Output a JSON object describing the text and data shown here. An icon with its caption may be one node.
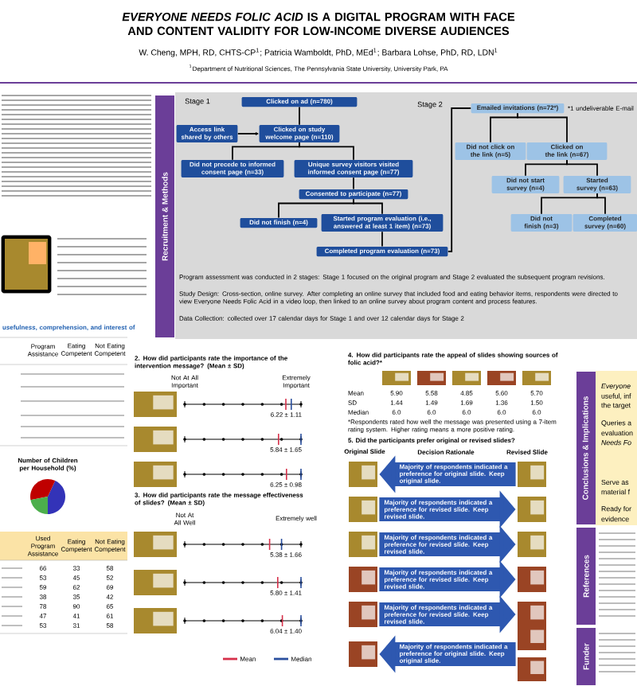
{
  "diagram": {
    "title": "*EVERYONE NEEDS FOLIC ACID* IS A DIGITAL PROGRAM WITH FACE AND CONTENT VALIDITY FOR LOW-INCOME DIVERSE AUDIENCES",
    "nodes": [
      {
        "text": [
          "Recruitment & Methods"
        ]
      },
      {
        "text": [
          "Clicked on ad (n=780)"
        ]
      },
      {
        "text": [
          "Access link shared by others"
        ]
      },
      {
        "text": [
          "Clicked on study welcome page (n=110)"
        ]
      },
      {
        "text": [
          "Did not precede to informed consent page (n=33)"
        ]
      },
      {
        "text": [
          "Unique survey visitors visited informed consent page (n=77)"
        ]
      },
      {
        "text": [
          "Consented to participate (n=77)"
        ]
      },
      {
        "text": [
          "Did not finish (n=4)"
        ]
      },
      {
        "text": [
          "Started program evaluation (i.e., answered at least 1 item) (n=73)"
        ]
      },
      {
        "text": [
          "Completed program evaluation (n=73)"
        ]
      },
      {
        "text": [
          "Emailed invitations (n=72*)"
        ]
      },
      {
        "text": [
          "Did not click on the link (n=5)"
        ]
      },
      {
        "text": [
          "Clicked on the link (n=67)"
        ]
      },
      {
        "text": [
          "Did not start survey (n=4)"
        ]
      },
      {
        "text": [
          "Started survey (n=63)"
        ]
      },
      {
        "text": [
          "Did not finish (n=3)"
        ]
      },
      {
        "text": [
          "Completed survey (n=60)"
        ]
      },
      {
        "text": [],
        "shape": "picture"
      },
      {
        "text": [],
        "shape": "picture"
      },
      {
        "text": [],
        "shape": "picture"
      },
      {
        "text": [],
        "shape": "picture"
      },
      {
        "text": [],
        "shape": "picture"
      },
      {
        "text": [],
        "shape": "picture"
      },
      {
        "text": [],
        "shape": "picture"
      },
      {
        "text": [],
        "shape": "picture"
      },
      {
        "text": [],
        "shape": "picture"
      },
      {
        "text": [],
        "shape": "picture"
      },
      {
        "text": [],
        "shape": "picture"
      },
      {
        "text": [],
        "shape": "picture"
      },
      {
        "text": [],
        "shape": "picture"
      },
      {
        "text": [
          "Conclusions & Implications"
        ]
      },
      {
        "text": [
          "References"
        ]
      },
      {
        "text": [
          "Funder"
        ]
      }
    ],
    "edges": [
      {
        "from": 1,
        "to": 3,
        "arrow": "none"
      },
      {
        "from": 2,
        "to": 3,
        "arrow": "to"
      },
      {
        "from": 3,
        "to": 4,
        "arrow": "none"
      },
      {
        "from": 3,
        "to": 5,
        "arrow": "none"
      },
      {
        "from": 5,
        "to": 6,
        "arrow": "none"
      },
      {
        "from": 6,
        "to": 7,
        "arrow": "none"
      },
      {
        "from": 6,
        "to": 8,
        "arrow": "none"
      },
      {
        "from": 8,
        "to": 9,
        "arrow": "none"
      },
      {
        "from": 9,
        "to": 10,
        "arrow": "none"
      },
      {
        "from": 10,
        "to": 11,
        "arrow": "none"
      },
      {
        "from": 10,
        "to": 12,
        "arrow": "none"
      },
      {
        "from": 12,
        "to": 13,
        "arrow": "none"
      },
      {
        "from": 12,
        "to": 14,
        "arrow": "none"
      },
      {
        "from": 14,
        "to": 15,
        "arrow": "none"
      },
      {
        "from": 14,
        "to": 16,
        "arrow": "none"
      },
      {
        "from": 18,
        "to": 17,
        "arrow": "to",
        "label": "Majority of respondents indicated a preference for original slide. Keep original slide.",
        "style": "thick",
        "color": "#2e58b0"
      },
      {
        "from": 19,
        "to": 20,
        "arrow": "to",
        "label": "Majority of respondents indicated a preference for revised slide. Keep revised slide.",
        "style": "thick",
        "color": "#2e58b0"
      },
      {
        "from": 21,
        "to": 22,
        "arrow": "to",
        "label": "Majority of respondents indicated a preference for revised slide. Keep revised slide.",
        "style": "thick",
        "color": "#2e58b0"
      },
      {
        "from": 23,
        "to": 24,
        "arrow": "to",
        "label": "Majority of respondents indicated a preference for revised slide. Keep revised slide.",
        "style": "thick",
        "color": "#2e58b0"
      },
      {
        "from": 25,
        "to": 26,
        "arrow": "to",
        "label": "Majority of respondents indicated a preference for revised slide. Keep revised slide.",
        "style": "thick",
        "color": "#2e58b0"
      },
      {
        "from": 28,
        "to": 27,
        "arrow": "to",
        "label": "Majority of respondents indicated a preference for original slide. Keep original slide.",
        "style": "thick",
        "color": "#2e58b0"
      }
    ],
    "labels": [
      "W. Cheng, MPH, RD, CHTS-CP$^{1}$; Patricia Wamboldt, PhD, MEd$^{1}$; Barbara Lohse, PhD, RD, LDN$^{1}$",
      "$^{1}$Department of Nutritional Sciences, The Pennsylvania State University, University Park, PA",
      "Stage 1",
      "Stage 2",
      "*1 undeliverable E-mail",
      "Program assessment was conducted in 2 stages: Stage 1 focused on the original program and Stage 2 evaluated the subsequent program revisions.",
      "Study Design: Cross-section, online survey. After completing an online survey that included food and eating behavior items, respondents were directed to view Everyone Needs Folic Acid in a video loop, then linked to an online survey about program content and process features.",
      "Data Collection: collected over 17 calendar days for Stage 1 and over 12 calendar days for Stage 2",
      "usefulness, comprehension, and interest of",
      "Program Assistance",
      "Eating Competent",
      "Not Eating Competent",
      "Number of Children per Household (%)",
      "Used Program Assistance",
      "Eating Competent",
      "Not Eating Competent",
      "66",
      "33",
      "58",
      "53",
      "45",
      "52",
      "59",
      "62",
      "69",
      "38",
      "35",
      "42",
      "78",
      "90",
      "65",
      "47",
      "41",
      "61",
      "53",
      "31",
      "58",
      "2. How did participants rate the importance of the intervention message? (Mean ± SD)",
      "Not At All Important",
      "Extremely Important",
      "6.22 ± 1.11",
      "5.84 ± 1.65",
      "6.25 ± 0.98",
      "3. How did participants rate the message effectiveness of slides? (Mean ± SD)",
      "Not At All Well",
      "Extremely well",
      "5.38 ± 1.66",
      "5.80 ± 1.41",
      "6.04 ± 1.40",
      "4. How did participants rate the appeal of slides showing sources of folic acid?*",
      "Mean",
      "5.90",
      "5.58",
      "4.85",
      "5.60",
      "5.70",
      "SD",
      "1.44",
      "1.49",
      "1.69",
      "1.36",
      "1.50",
      "Median",
      "6.0",
      "6.0",
      "6.0",
      "6.0",
      "6.0",
      "*Respondents rated how well the message was presented using a 7-item rating system. Higher rating means a more positive rating.",
      "5. Did the participants prefer original or revised slides?",
      "Original Slide",
      "Decision Rationale",
      "Revised Slide",
      "Everyone",
      "useful, inf",
      "the target",
      "Queries a",
      "evaluation",
      "Needs Fo",
      "Serve as",
      "material f",
      "Ready for",
      "evidence"
    ],
    "legend": [
      {
        "text": "Mean"
      },
      {
        "text": "Median"
      }
    ]
  }
}
